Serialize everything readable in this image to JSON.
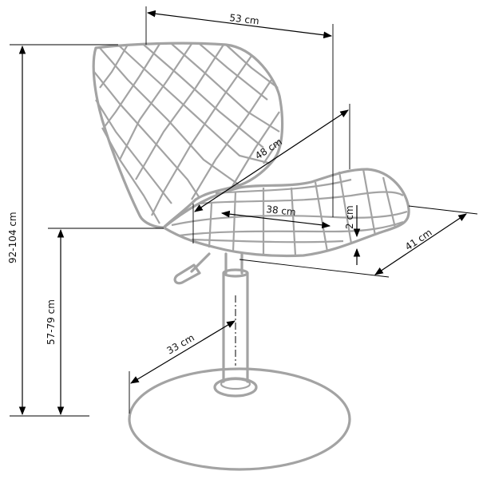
{
  "diagram": {
    "subject": "swivel bar chair with quilted shell seat, gas-lift column and round base",
    "colors": {
      "chair_stroke": "#a3a3a3",
      "dimension_lines": "#000000",
      "background": "#ffffff"
    },
    "dimensions": {
      "total_height": "92-104 cm",
      "seat_height": "57-79 cm",
      "overall_width": "53 cm",
      "backrest_diagonal": "48 cm",
      "seat_width": "38 cm",
      "seat_depth": "41 cm",
      "seat_thickness": "2 cm",
      "base_radius": "33 cm"
    }
  }
}
